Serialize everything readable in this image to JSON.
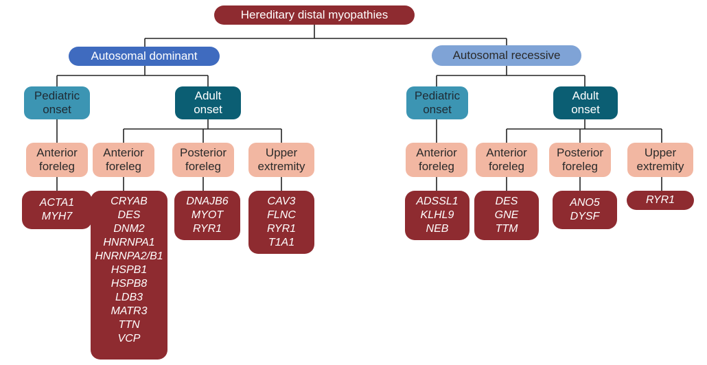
{
  "root": "Hereditary distal myopathies",
  "dominant": {
    "label": "Autosomal dominant",
    "pediatric": {
      "label": [
        "Pediatric",
        "onset"
      ],
      "site": [
        "Anterior",
        "foreleg"
      ],
      "genes": [
        "ACTA1",
        "MYH7"
      ]
    },
    "adult": {
      "label": [
        "Adult",
        "onset"
      ],
      "sites": [
        {
          "label": [
            "Anterior",
            "foreleg"
          ],
          "genes": [
            "CRYAB",
            "DES",
            "DNM2",
            "HNRNPA1",
            "HNRNPA2/B1",
            "HSPB1",
            "HSPB8",
            "LDB3",
            "MATR3",
            "TTN",
            "VCP"
          ]
        },
        {
          "label": [
            "Posterior",
            "foreleg"
          ],
          "genes": [
            "DNAJB6",
            "MYOT",
            "RYR1"
          ]
        },
        {
          "label": [
            "Upper",
            "extremity"
          ],
          "genes": [
            "CAV3",
            "FLNC",
            "RYR1",
            "T1A1"
          ]
        }
      ]
    }
  },
  "recessive": {
    "label": "Autosomal recessive",
    "pediatric": {
      "label": [
        "Pediatric",
        "onset"
      ],
      "site": [
        "Anterior",
        "foreleg"
      ],
      "genes": [
        "ADSSL1",
        "KLHL9",
        "NEB"
      ]
    },
    "adult": {
      "label": [
        "Adult",
        "onset"
      ],
      "sites": [
        {
          "label": [
            "Anterior",
            "foreleg"
          ],
          "genes": [
            "DES",
            "GNE",
            "TTM"
          ]
        },
        {
          "label": [
            "Posterior",
            "foreleg"
          ],
          "genes": [
            "ANO5",
            "DYSF"
          ]
        },
        {
          "label": [
            "Upper",
            "extremity"
          ],
          "genes": [
            "RYR1"
          ]
        }
      ]
    }
  },
  "colors": {
    "root": "#8e2b30",
    "dominant": "#3f6bbf",
    "recessive": "#7fa3d6",
    "pediatric": "#3c95b3",
    "adult": "#0b5e73",
    "site": "#f2b7a2",
    "genes": "#8e2b30",
    "connector": "#222222"
  }
}
